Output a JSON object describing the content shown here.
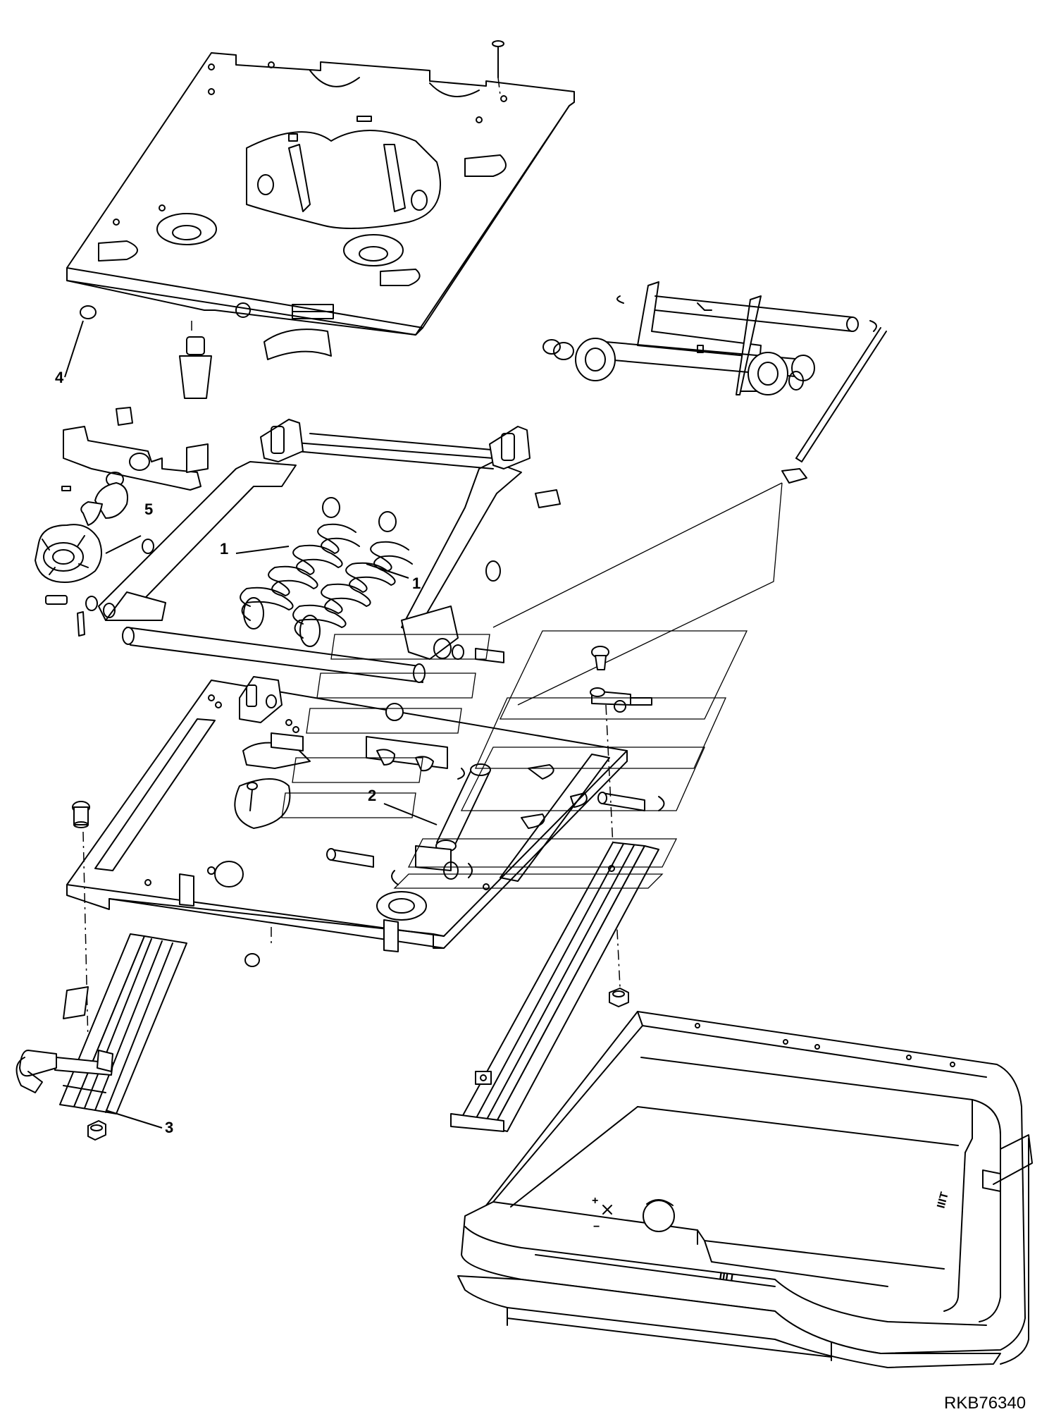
{
  "callouts": [
    {
      "label": "1"
    },
    {
      "label": "1"
    },
    {
      "label": "2"
    },
    {
      "label": "3"
    },
    {
      "label": "4"
    },
    {
      "label": "5"
    }
  ],
  "drawing_code": "RKB76340",
  "cover_markings": {
    "plus": "+",
    "minus": "−",
    "logo": "IIIT"
  }
}
